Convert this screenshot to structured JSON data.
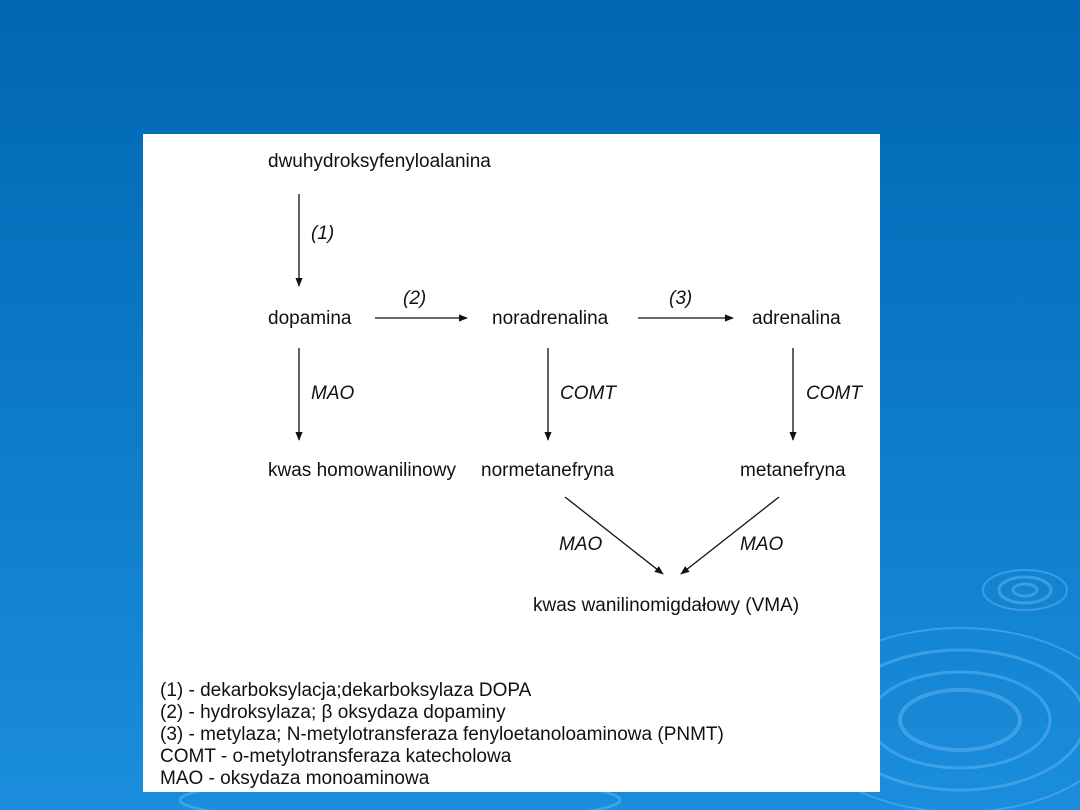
{
  "nodes": {
    "dopa": "dwuhydroksyfenyloalanina",
    "dopamina": "dopamina",
    "noradrenalina": "noradrenalina",
    "adrenalina": "adrenalina",
    "hva": "kwas homowanilinowy",
    "normetanefryna": "normetanefryna",
    "metanefryna": "metanefryna",
    "vma": "kwas wanilinomigdałowy (VMA)"
  },
  "edges": {
    "dopa_dopamina": "(1)",
    "dopamina_noradrenalina": "(2)",
    "noradrenalina_adrenalina": "(3)",
    "dopamina_hva": "MAO",
    "noradrenalina_normetanefryna": "COMT",
    "adrenalina_metanefryna": "COMT",
    "normetanefryna_vma": "MAO",
    "metanefryna_vma": "MAO"
  },
  "legend": [
    "(1) - dekarboksylacja;dekarboksylaza DOPA",
    "(2) - hydroksylaza; β oksydaza dopaminy",
    "(3) - metylaza; N-metylotransferaza fenyloetanoloaminowa (PNMT)",
    "COMT - o-metylotransferaza katecholowa",
    "MAO - oksydaza monoaminowa"
  ],
  "colors": {
    "background": "#0066b3",
    "panel": "#ffffff",
    "ink": "#111111"
  }
}
